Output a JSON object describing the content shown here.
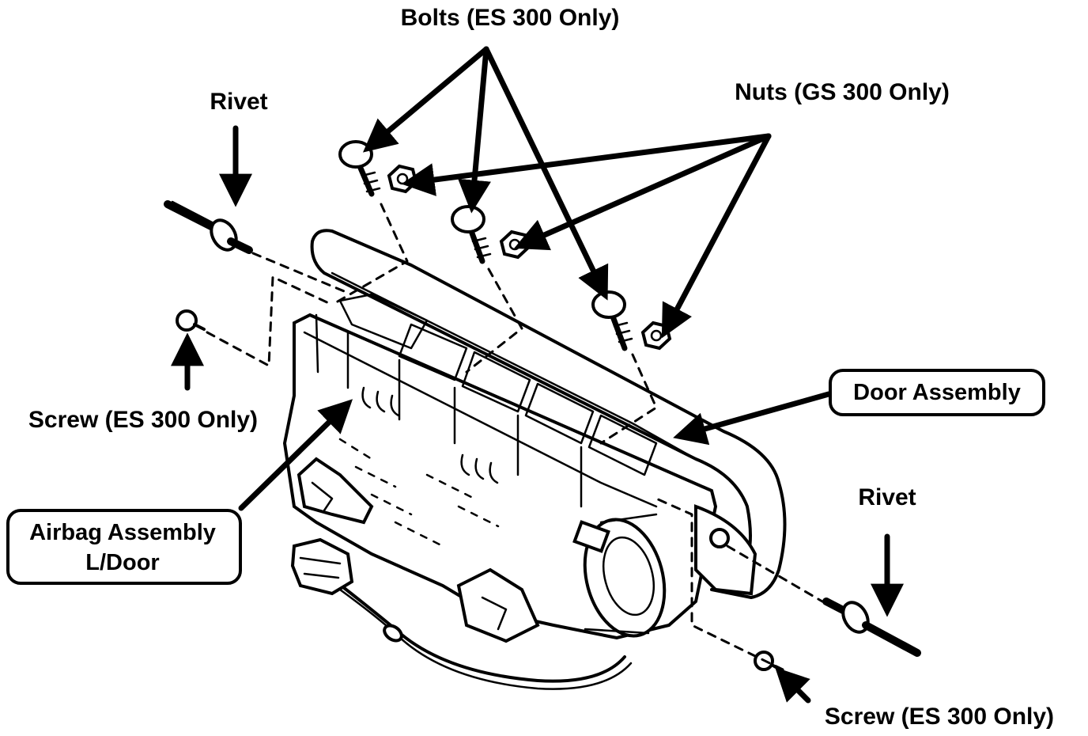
{
  "labels": {
    "bolts": "Bolts (ES 300 Only)",
    "nuts": "Nuts (GS 300 Only)",
    "rivet_left": "Rivet",
    "rivet_right": "Rivet",
    "screw_left": "Screw (ES 300 Only)",
    "screw_right": "Screw (ES 300 Only)",
    "door_assembly": "Door Assembly",
    "airbag_line1": "Airbag Assembly",
    "airbag_line2": "L/Door"
  },
  "colors": {
    "ink": "#000000",
    "background": "#ffffff"
  }
}
